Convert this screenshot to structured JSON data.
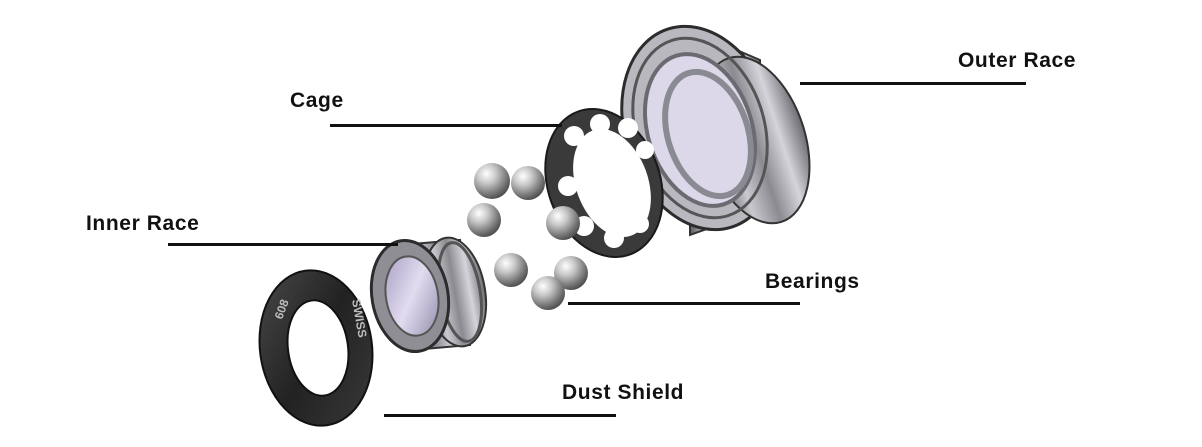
{
  "labels": {
    "outer_race": "Outer Race",
    "cage": "Cage",
    "inner_race": "Inner Race",
    "bearings": "Bearings",
    "dust_shield": "Dust Shield"
  },
  "shield_text": {
    "brand": "SWISS",
    "size": "608"
  },
  "colors": {
    "line": "#111111",
    "metal": "#9a9aa0",
    "shield": "#2a2a2a",
    "cage": "#3a3a3a"
  }
}
